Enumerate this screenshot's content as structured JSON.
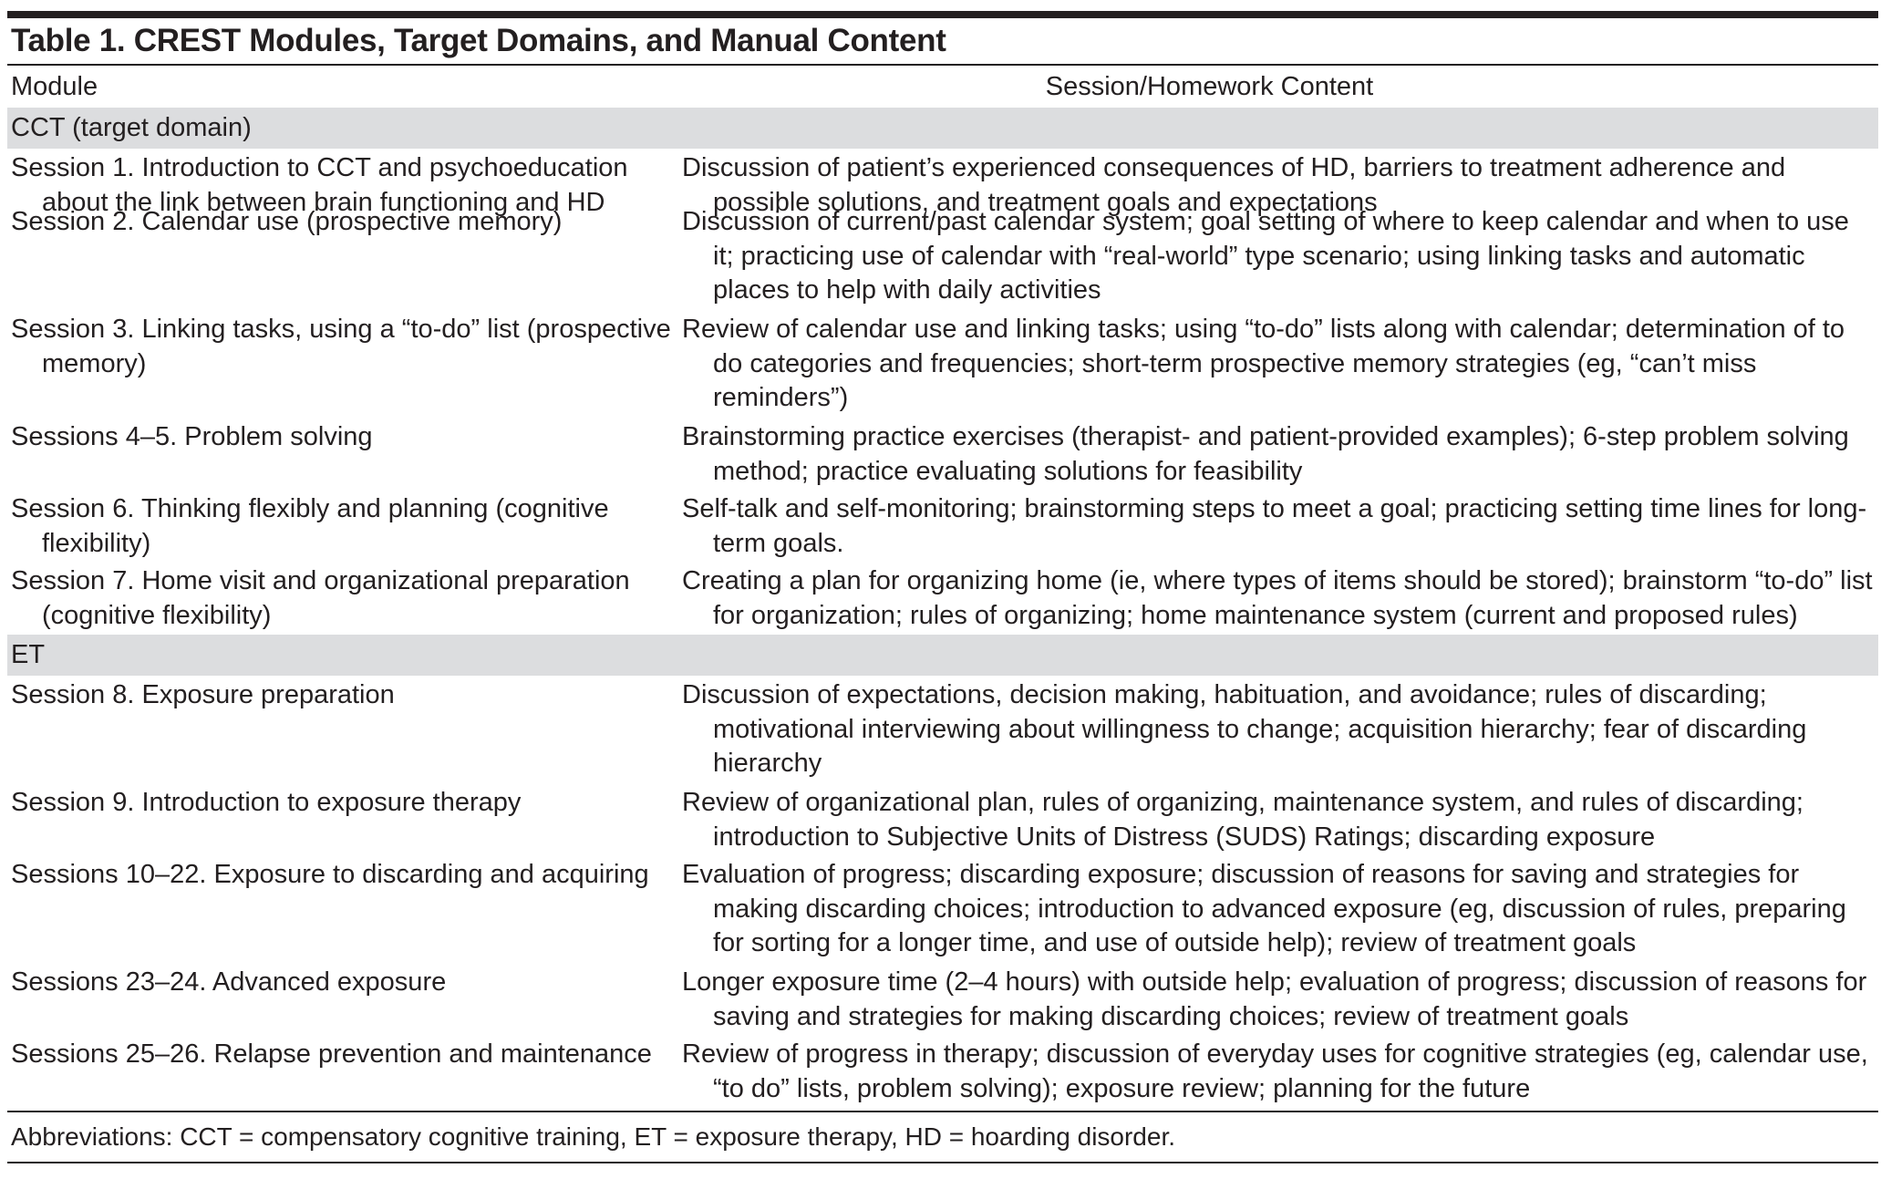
{
  "table": {
    "title": "Table 1. CREST Modules, Target Domains, and Manual Content",
    "columns": {
      "module": "Module",
      "content": "Session/Homework Content"
    },
    "sections": [
      {
        "label": "CCT (target domain)",
        "rows": [
          {
            "module": "Session 1. Introduction to CCT and psychoeducation about the link between brain functioning and HD",
            "content": "Discussion of patient’s experienced consequences of HD, barriers to treatment adherence and possible solutions, and treatment goals and expectations"
          },
          {
            "module": "Session 2. Calendar use (prospective memory)",
            "content": "Discussion of current/past calendar system; goal setting of where to keep calendar and when to use it; practicing use of calendar with “real-world” type scenario; using linking tasks and automatic places to help with daily activities"
          },
          {
            "module": "Session 3. Linking tasks, using a “to-do” list (prospective memory)",
            "content": "Review of calendar use and linking tasks; using “to-do” lists along with calendar; determination of to do categories and frequencies; short-term prospective memory strategies (eg, “can’t miss reminders”)"
          },
          {
            "module": "Sessions 4–5. Problem solving",
            "content": "Brainstorming practice exercises (therapist- and patient-provided examples); 6-step problem solving method; practice evaluating solutions for feasibility"
          },
          {
            "module": "Session 6. Thinking flexibly and planning (cognitive flexibility)",
            "content": "Self-talk and self-monitoring; brainstorming steps to meet a goal; practicing setting time lines for long-term goals."
          },
          {
            "module": "Session 7. Home visit and organizational preparation (cognitive flexibility)",
            "content": "Creating a plan for organizing home (ie, where types of items should be stored); brainstorm “to-do” list for organization; rules of organizing; home maintenance system (current and proposed rules)"
          }
        ]
      },
      {
        "label": "ET",
        "rows": [
          {
            "module": "Session 8. Exposure preparation",
            "content": "Discussion of expectations, decision making, habituation, and avoidance; rules of discarding; motivational interviewing about willingness to change; acquisition hierarchy; fear of discarding hierarchy"
          },
          {
            "module": "Session 9. Introduction to exposure therapy",
            "content": "Review of organizational plan, rules of organizing, maintenance system, and rules of discarding; introduction to Subjective Units of Distress (SUDS) Ratings; discarding exposure"
          },
          {
            "module": "Sessions 10–22. Exposure to discarding and acquiring",
            "content": "Evaluation of progress; discarding exposure; discussion of reasons for saving and strategies for making discarding choices; introduction to advanced exposure (eg, discussion of rules, preparing for sorting for a longer time, and use of outside help); review of treatment goals"
          },
          {
            "module": "Sessions 23–24. Advanced exposure",
            "content": "Longer exposure time (2–4 hours) with outside help; evaluation of progress; discussion of reasons for saving and strategies for making discarding choices; review of treatment goals"
          },
          {
            "module": "Sessions 25–26. Relapse prevention and maintenance",
            "content": "Review of progress in therapy; discussion of everyday uses for cognitive strategies (eg, calendar use, “to do” lists, problem solving); exposure review; planning for the future"
          }
        ]
      }
    ],
    "footnote": "Abbreviations: CCT = compensatory cognitive training, ET = exposure therapy, HD = hoarding disorder."
  }
}
